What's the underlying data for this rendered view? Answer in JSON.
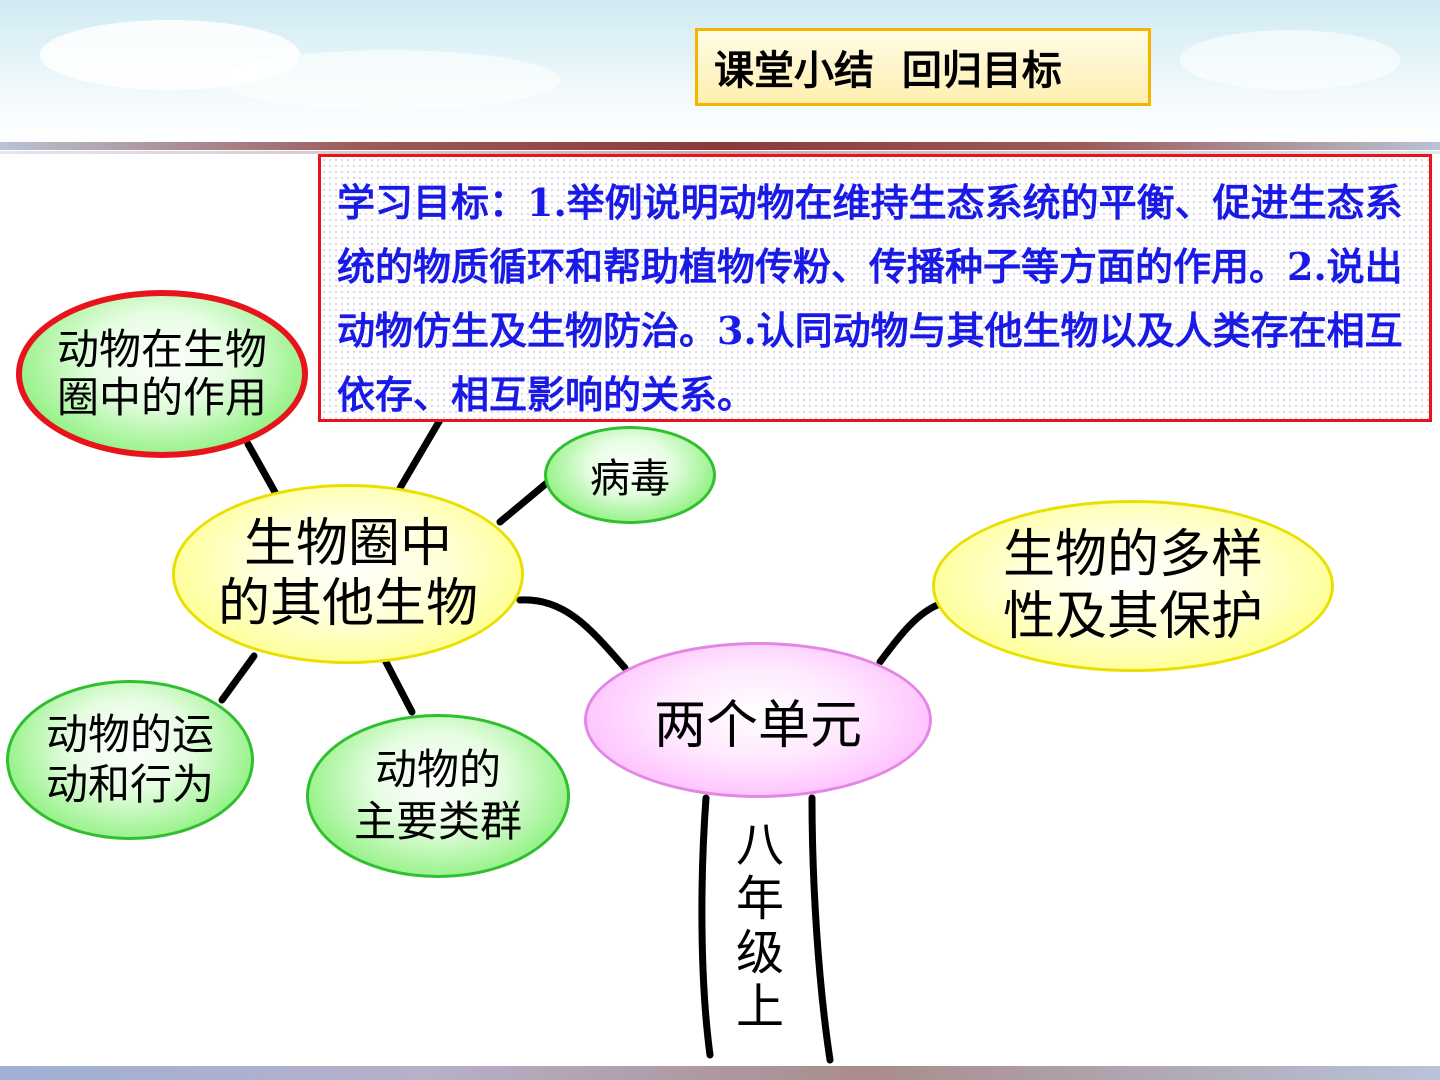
{
  "header": {
    "title": "课堂小结  回归目标"
  },
  "goals": {
    "text": "学习目标：1.举例说明动物在维持生态系统的平衡、促进生态系统的物质循环和帮助植物传粉、传播种子等方面的作用。2.说出动物仿生及生物防治。3.认同动物与其他生物以及人类存在相互依存、相互影响的关系。"
  },
  "mindmap": {
    "center": "两个单元",
    "trunk": "八年级上",
    "unit_other": "生物圈中\n的其他生物",
    "unit_diversity": "生物的多样\n性及其保护",
    "role": "动物在生物\n圈中的作用",
    "virus": "病毒",
    "motion": "动物的运\n动和行为",
    "groups": "动物的\n主要类群"
  },
  "colors": {
    "goal_text": "#1a1ae6",
    "goal_border": "#e8141b",
    "title_border": "#f5b400",
    "node_green": "#55d94a",
    "node_yellow": "#ffff8c",
    "node_pink": "#ffb6ff",
    "highlight_ring": "#e8141b"
  }
}
